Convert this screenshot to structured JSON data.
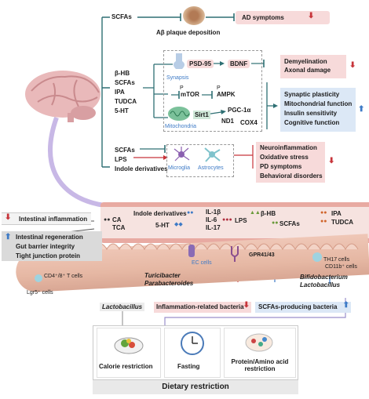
{
  "top": {
    "row1": {
      "src": "SCFAs",
      "abeta": "Aβ plaque deposition",
      "ad": "AD symptoms"
    },
    "list1": [
      "β-HB",
      "SCFAs",
      "IPA",
      "TUDCA",
      "5-HT"
    ],
    "synapse": {
      "psd": "PSD-95",
      "bdnf": "BDNF",
      "label": "Synapsis"
    },
    "mtor": {
      "mtor": "mTOR",
      "ampk": "AMPK",
      "p1": "P",
      "p2": "P"
    },
    "mito": {
      "sirt": "Sirt1",
      "pgc": "PGC-1α",
      "nd1": "ND1",
      "cox": "COX4",
      "label": "Mitochondria"
    },
    "demyel": [
      "Demyelination",
      "Axonal damage"
    ],
    "benefits": [
      "Synaptic plasticity",
      "Mitochondrial function",
      "Insulin sensitivity",
      "Cognitive function"
    ],
    "list2": [
      "SCFAs",
      "LPS",
      "Indole derivatives"
    ],
    "glia": {
      "micro": "Microglia",
      "astro": "Astrocytes"
    },
    "neuro": [
      "Neuroinflammation",
      "Oxidative stress",
      "PD symptoms",
      "Behavioral disorders"
    ]
  },
  "gut": {
    "ca": "CA",
    "tca": "TCA",
    "indole": "Indole derivatives",
    "ht": "5-HT",
    "il": [
      "IL-1β",
      "IL-6",
      "IL-17"
    ],
    "lps": "LPS",
    "bhb": "β-HB",
    "scfas": "SCFAs",
    "ipa": "IPA",
    "tudca": "TUDCA",
    "ec": "EC cells",
    "gpr": "GPR41/43",
    "th17": "TH17 cells",
    "cd11": "CD11b⁺ cells",
    "lgr5": "Lgr5⁺ cells",
    "cd4": "CD4⁺/8⁺ T cells",
    "turici": [
      "Turicibacter",
      "Parabacteroides"
    ],
    "bifido": [
      "Bifidobacterium",
      "Lactobacillus"
    ],
    "lacto": "Lactobacillus"
  },
  "left": {
    "inflam": "Intestinal  inflammation",
    "benefits": [
      "Intestinal regeneration",
      "Gut barrier integrity",
      "Tight junction protein"
    ]
  },
  "bacteria": {
    "bad": "Inflammation-related bacteria",
    "good": "SCFAs-producing bacteria"
  },
  "diet": {
    "items": [
      "Calorie restriction",
      "Fasting",
      "Protein/Amino acid restriction"
    ],
    "title": "Dietary restriction"
  },
  "colors": {
    "red": "#c7343a",
    "blue": "#3d7ac6",
    "teal": "#2e6f73",
    "gut": "#e8b8a8"
  }
}
